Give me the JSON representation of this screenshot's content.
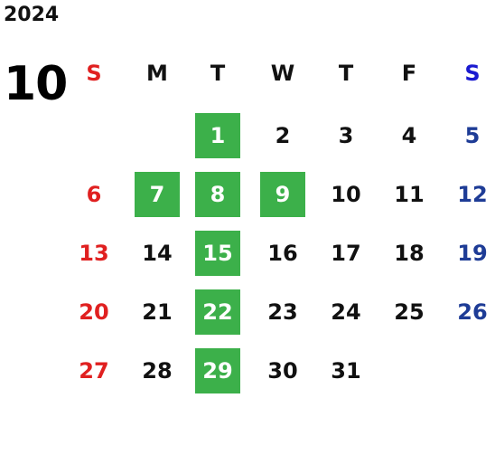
{
  "year": "2024",
  "month": "10",
  "weekdays": [
    "S",
    "M",
    "T",
    "W",
    "T",
    "F",
    "S"
  ],
  "weeks": [
    [
      "",
      "",
      "1",
      "2",
      "3",
      "4",
      "5"
    ],
    [
      "6",
      "7",
      "8",
      "9",
      "10",
      "11",
      "12"
    ],
    [
      "13",
      "14",
      "15",
      "16",
      "17",
      "18",
      "19"
    ],
    [
      "20",
      "21",
      "22",
      "23",
      "24",
      "25",
      "26"
    ],
    [
      "27",
      "28",
      "29",
      "30",
      "31",
      "",
      ""
    ]
  ],
  "highlighted_days": [
    "1",
    "7",
    "8",
    "9",
    "15",
    "22",
    "29"
  ],
  "colors": {
    "sunday": "#e02020",
    "saturday": "#1e3c96",
    "highlight": "#3cb04a",
    "text": "#111111"
  }
}
